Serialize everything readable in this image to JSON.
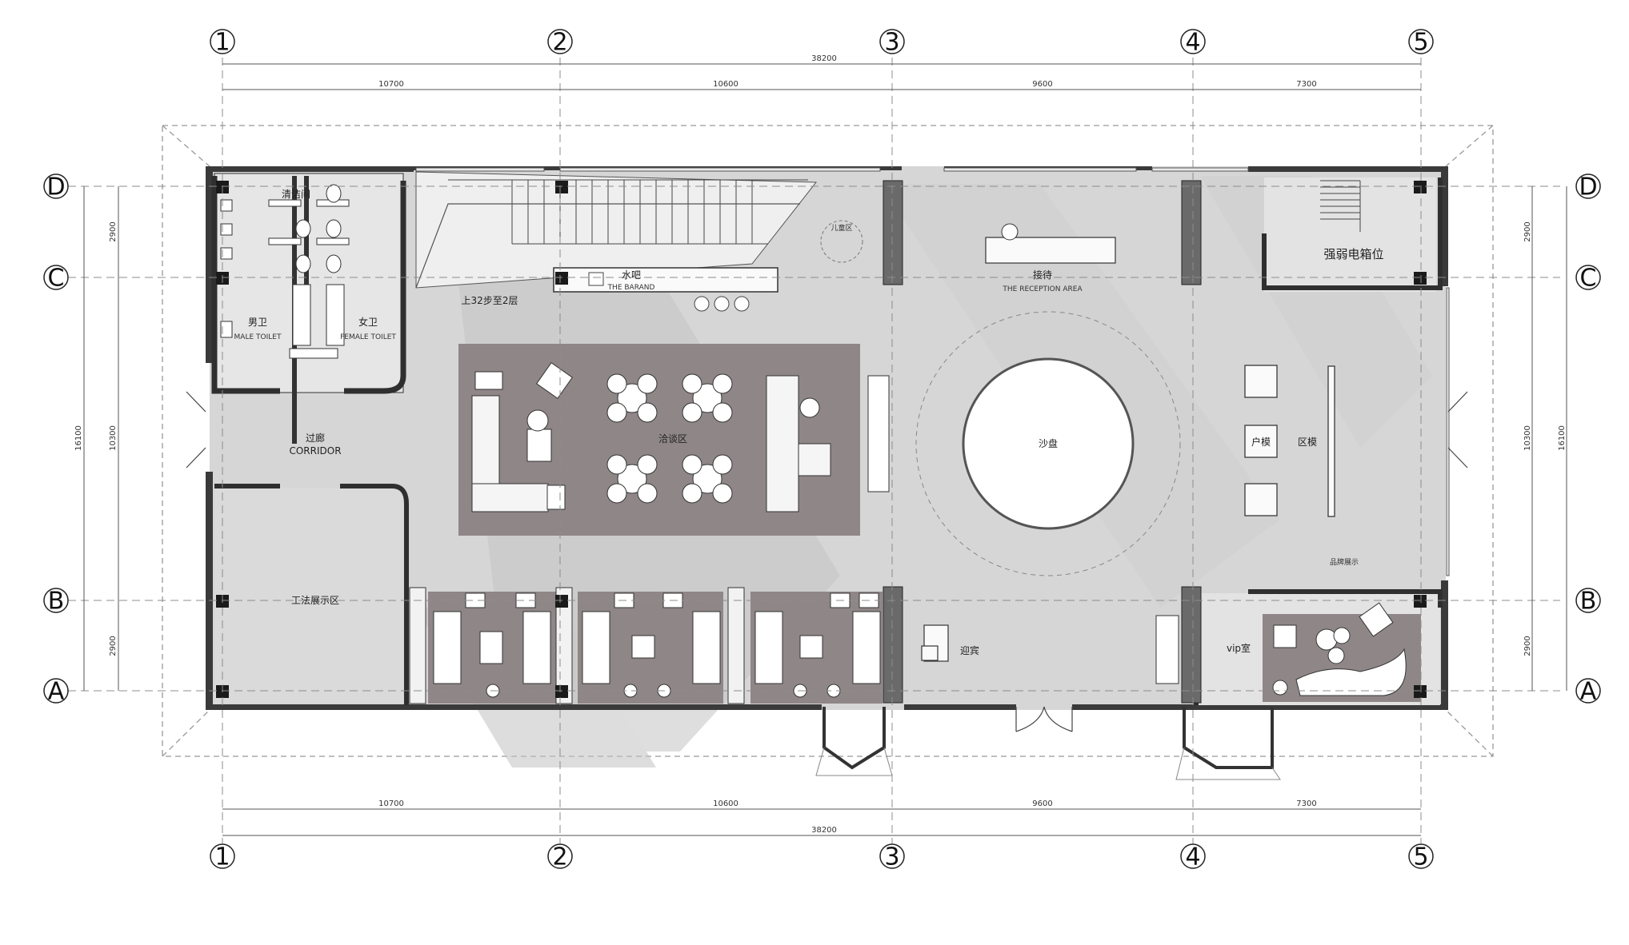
{
  "axes": {
    "columns": [
      "1",
      "2",
      "3",
      "4",
      "5"
    ],
    "rows": [
      "D",
      "C",
      "B",
      "A"
    ]
  },
  "dimensions": {
    "overall_width": "38200",
    "column_spans": [
      "10700",
      "10600",
      "9600",
      "7300"
    ],
    "overall_depth": "16100",
    "inner_depth": "10300",
    "row_span_top": "2900",
    "row_span_bottom": "2900"
  },
  "rooms": {
    "cleaning": "清洁间",
    "male_cn": "男卫",
    "male_en": "MALE TOILET",
    "female_cn": "女卫",
    "female_en": "FEMALE TOILET",
    "corridor_cn": "过廊",
    "corridor_en": "CORRIDOR",
    "craft_display": "工法展示区",
    "stair_note": "上32步至2层",
    "bar_cn": "水吧",
    "bar_en": "THE BARAND",
    "kids": "儿童区",
    "negotiation": "洽谈区",
    "reception_cn": "接待",
    "reception_en": "THE RECEPTION AREA",
    "sand_table": "沙盘",
    "weak_current": "强弱电箱位",
    "unit_model": "户模",
    "district_model": "区模",
    "brand_display": "品牌展示",
    "vip": "vip室",
    "welcome": "迎宾"
  }
}
